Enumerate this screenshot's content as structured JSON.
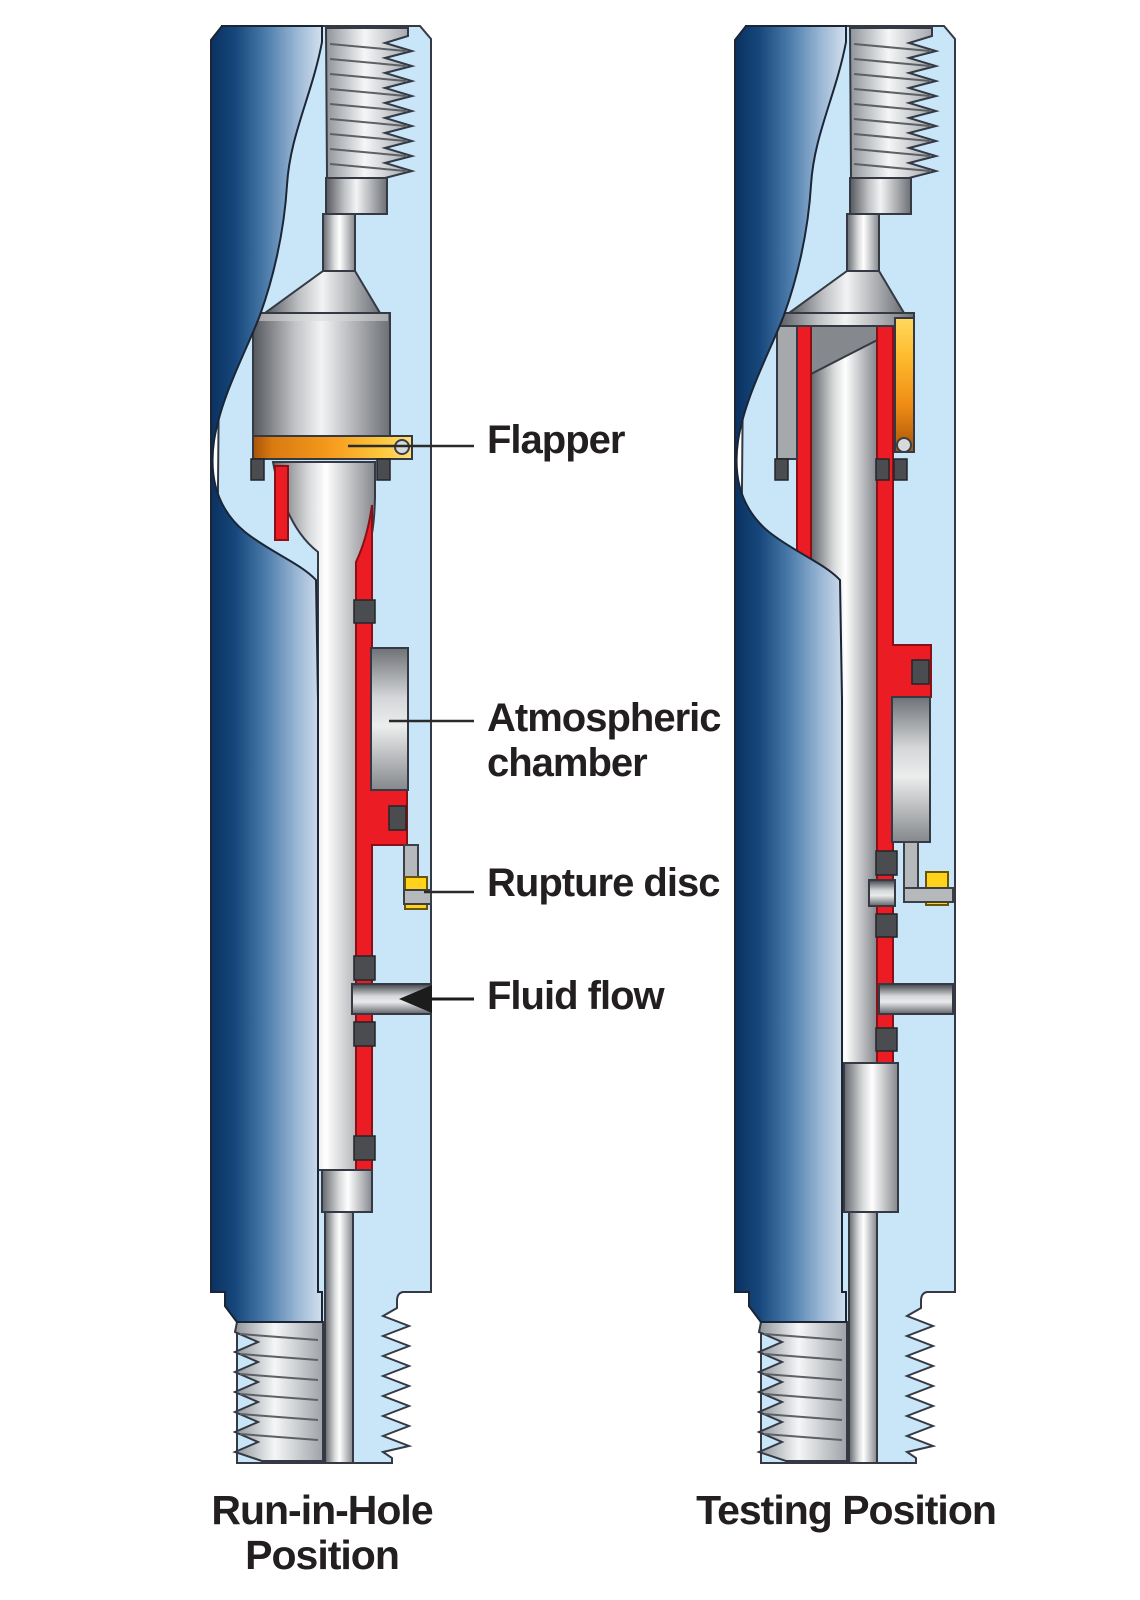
{
  "figure": {
    "type": "technical-cutaway-diagram",
    "subject": "Downhole flapper tester valve shown in two operating positions",
    "labels": {
      "flapper": "Flapper",
      "atmospheric_line1": "Atmospheric",
      "atmospheric_line2": "chamber",
      "rupture_disc": "Rupture disc",
      "fluid_flow": "Fluid flow"
    },
    "captions": {
      "left_line1": "Run-in-Hole",
      "left_line2": "Position",
      "right": "Testing Position"
    },
    "icons": {
      "fluid_flow_arrow": "left-arrow"
    },
    "colors": {
      "cutaway_blue": "#c9e6f8",
      "body_blue_dark": "#0a3160",
      "body_blue_light": "#d3e0ee",
      "metal_gray_light": "#f5f6f7",
      "metal_gray_dark": "#63666b",
      "seal_red": "#ec1c24",
      "flapper_orange": "#f79c1d",
      "rupture_yellow": "#ffd21c",
      "seal_gray": "#4a4c50",
      "outline": "#343944",
      "text": "#231f20"
    }
  }
}
